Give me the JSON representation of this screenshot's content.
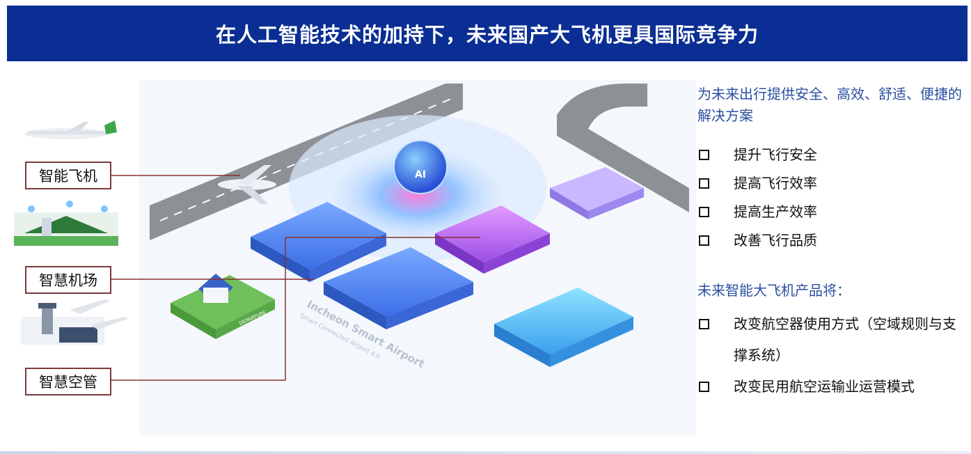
{
  "title": "在人工智能技术的加持下，未来国产大飞机更具国际竞争力",
  "labels": {
    "smart_aircraft": "智能飞机",
    "smart_airport": "智慧机场",
    "smart_atc": "智慧空管"
  },
  "illustration": {
    "ai_badge": "AI",
    "airport_caption": "Incheon Smart Airport",
    "airport_subcaption": "Smart Connected Airport 4.0",
    "departure_sign": "DEPARTURE"
  },
  "right_panel": {
    "heading1": "为未来出行提供安全、高效、舒适、便捷的解决方案",
    "benefits": [
      "提升飞行安全",
      "提高飞行效率",
      "提高生产效率",
      "改善飞行品质"
    ],
    "heading2": "未来智能大飞机产品将：",
    "future": [
      "改变航空器使用方式（空域规则与支撑系统）",
      "改变民用航空运输业运营模式"
    ]
  },
  "colors": {
    "title_bar": "#0a2e93",
    "heading": "#2a4fa0",
    "label_border": "#7a3a3a"
  }
}
